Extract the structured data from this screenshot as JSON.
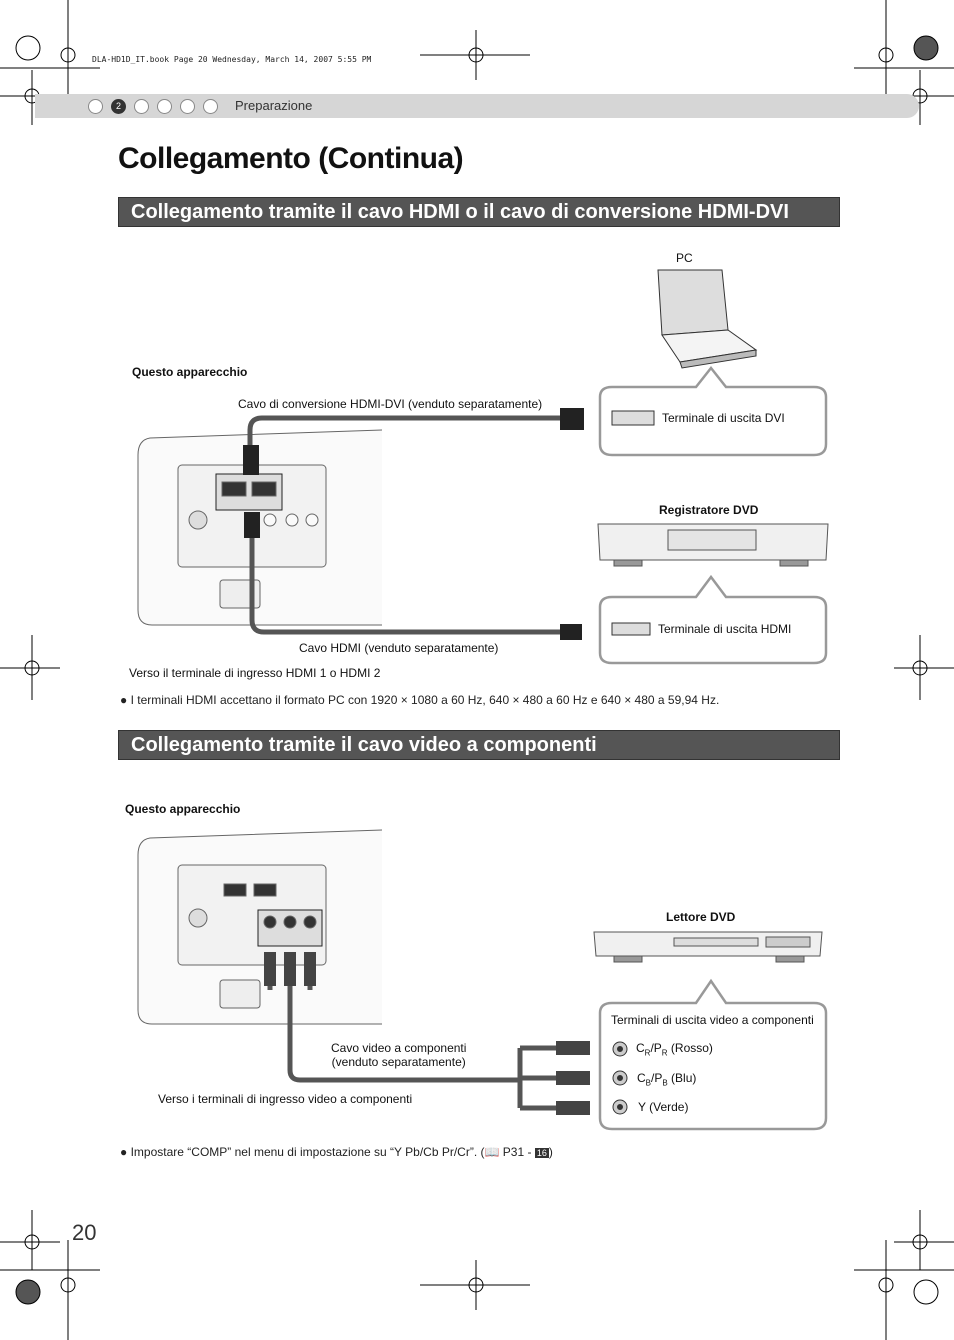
{
  "header": {
    "file_meta": "DLA-HD1D_IT.book  Page 20  Wednesday, March 14, 2007  5:55 PM",
    "chapter_number": "2",
    "section": "Preparazione"
  },
  "page_title": "Collegamento (Continua)",
  "hdmi_section": {
    "heading": "Collegamento tramite il cavo HDMI o il cavo di conversione HDMI-DVI",
    "pc_label": "PC",
    "device_label": "Questo apparecchio",
    "dvi_cable_label": "Cavo di conversione HDMI-DVI (venduto separatamente)",
    "dvi_output_label": "Terminale di uscita DVI",
    "dvd_recorder_label": "Registratore DVD",
    "hdmi_output_label": "Terminale di uscita HDMI",
    "hdmi_cable_label": "Cavo HDMI (venduto separatamente)",
    "to_input_label": "Verso il terminale di ingresso HDMI 1 o HDMI 2",
    "note": "I terminali HDMI accettano il formato PC con 1920 × 1080 a 60 Hz, 640 × 480 a 60 Hz e 640 × 480 a 59,94 Hz."
  },
  "component_section": {
    "heading": "Collegamento tramite il cavo video a componenti",
    "device_label": "Questo apparecchio",
    "dvd_player_label": "Lettore DVD",
    "outputs_label": "Terminali di uscita video a componenti",
    "cr_main": "C",
    "cr_sub": "R",
    "cr_mid": "/P",
    "cr_sub2": "R",
    "cr_color": "(Rosso)",
    "cb_main": "C",
    "cb_sub": "B",
    "cb_mid": "/P",
    "cb_sub2": "B",
    "cb_color": "(Blu)",
    "y_label": "Y (Verde)",
    "cable_label_1": "Cavo video a componenti",
    "cable_label_2": "(venduto separatamente)",
    "to_inputs_label": "Verso i terminali di ingresso video a componenti",
    "note_text": "Impostare “COMP” nel menu di impostazione su “Y Pb/Cb Pr/Cr”. (",
    "note_ref": "P31 -",
    "note_ref_num": "16",
    "note_close": ")"
  },
  "page_number": "20",
  "colors": {
    "heading_bar": "#555555",
    "band": "#d6d6d6"
  }
}
